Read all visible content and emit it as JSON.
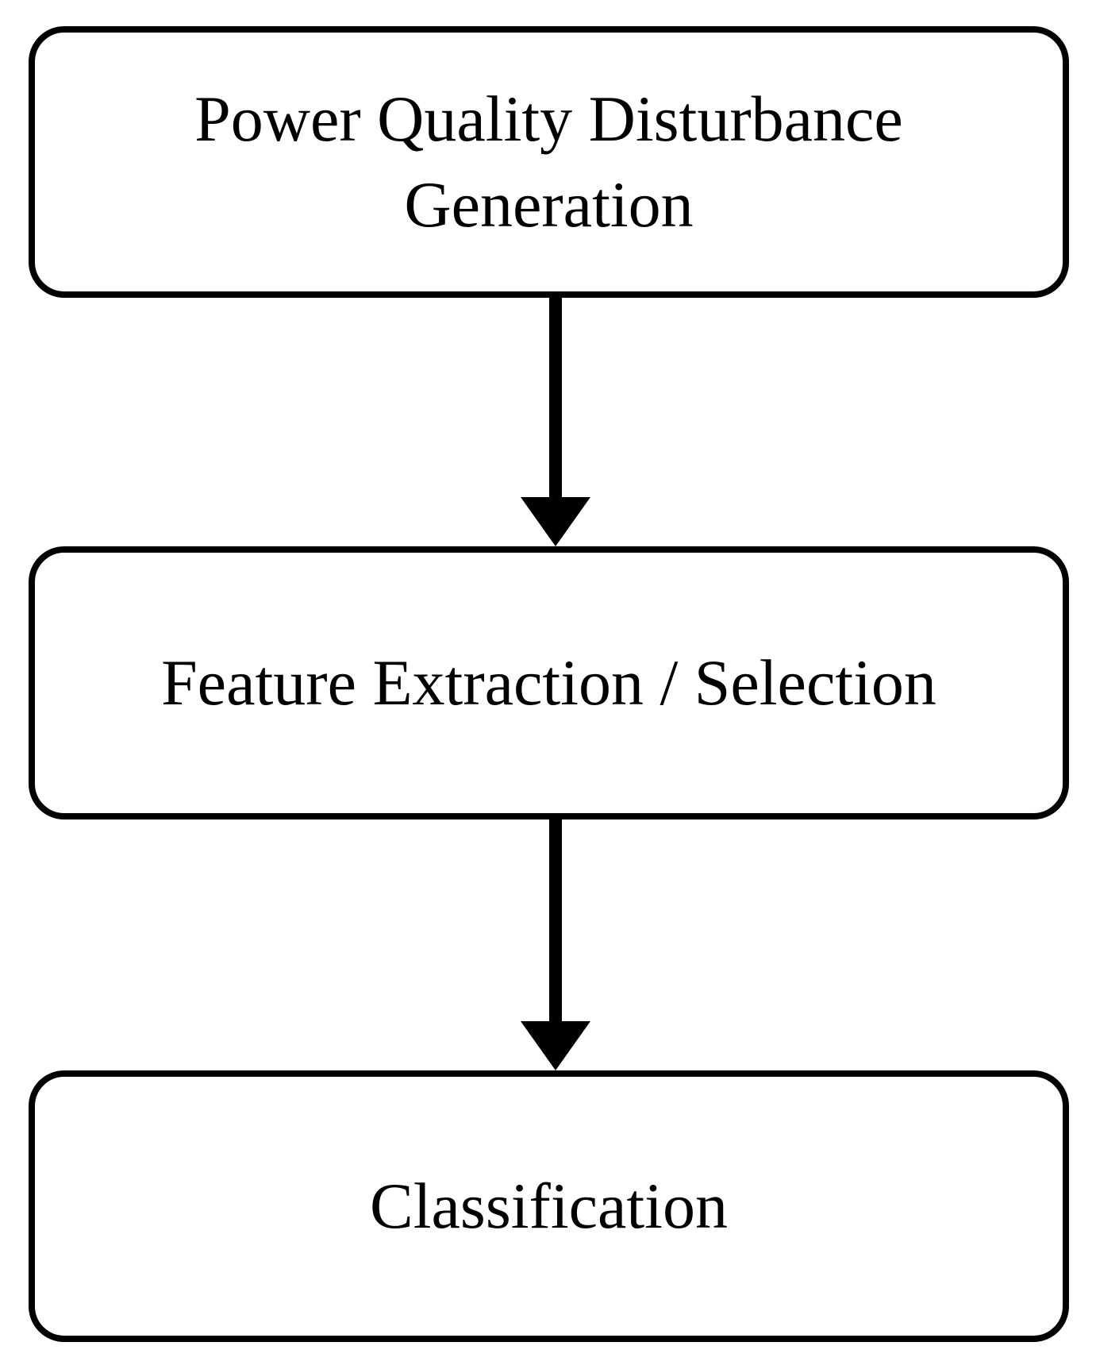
{
  "diagram": {
    "type": "flowchart",
    "direction": "top-down",
    "background_color": "#ffffff",
    "node_fill_color": "#ffffff",
    "node_border_color": "#000000",
    "text_color": "#000000",
    "arrow_color": "#000000",
    "nodes": [
      {
        "id": "power-quality-disturbance-generation",
        "label": "Power Quality Disturbance Generation"
      },
      {
        "id": "feature-extraction-selection",
        "label": "Feature Extraction / Selection"
      },
      {
        "id": "classification",
        "label": "Classification"
      }
    ],
    "edges": [
      {
        "from": "power-quality-disturbance-generation",
        "to": "feature-extraction-selection",
        "style": "arrow-down"
      },
      {
        "from": "feature-extraction-selection",
        "to": "classification",
        "style": "arrow-down"
      }
    ]
  }
}
